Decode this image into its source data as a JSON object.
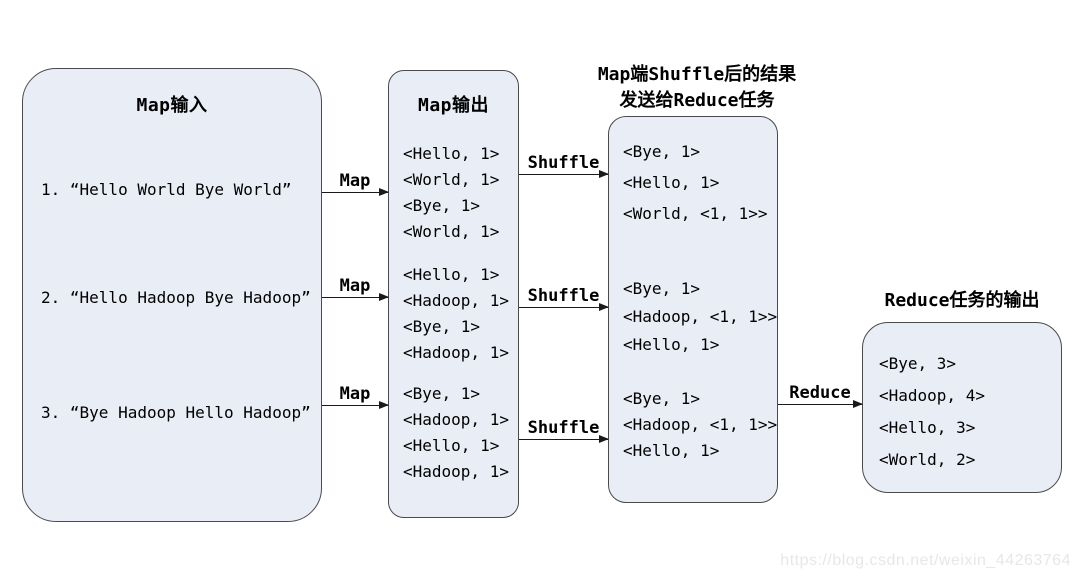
{
  "diagram": {
    "map_input": {
      "title": "Map输入",
      "items": [
        "1. “Hello World Bye World”",
        "2. “Hello Hadoop Bye Hadoop”",
        "3. “Bye Hadoop Hello Hadoop”"
      ]
    },
    "map_output": {
      "title": "Map输出",
      "groups": [
        [
          "<Hello, 1>",
          "<World, 1>",
          "<Bye, 1>",
          "<World, 1>"
        ],
        [
          "<Hello, 1>",
          "<Hadoop, 1>",
          "<Bye, 1>",
          "<Hadoop, 1>"
        ],
        [
          "<Bye, 1>",
          "<Hadoop, 1>",
          "<Hello, 1>",
          "<Hadoop, 1>"
        ]
      ]
    },
    "shuffle_result": {
      "title": "Map端Shuffle后的结果\n发送给Reduce任务",
      "groups": [
        [
          "<Bye, 1>",
          "<Hello, 1>",
          "<World, <1, 1>>"
        ],
        [
          "<Bye, 1>",
          "<Hadoop, <1, 1>>",
          "<Hello, 1>"
        ],
        [
          "<Bye, 1>",
          "<Hadoop, <1, 1>>",
          "<Hello, 1>"
        ]
      ]
    },
    "reduce_output": {
      "title": "Reduce任务的输出",
      "items": [
        "<Bye, 3>",
        "<Hadoop, 4>",
        "<Hello, 3>",
        "<World, 2>"
      ]
    },
    "arrows": {
      "map_label": "Map",
      "shuffle_label": "Shuffle",
      "reduce_label": "Reduce"
    },
    "colors": {
      "box_fill": "#e9edf6",
      "box_border": "#4a4a4a",
      "arrow": "#1a1a1a",
      "watermark": "#e7e7e7"
    },
    "watermark": "https://blog.csdn.net/weixin_44263764"
  }
}
